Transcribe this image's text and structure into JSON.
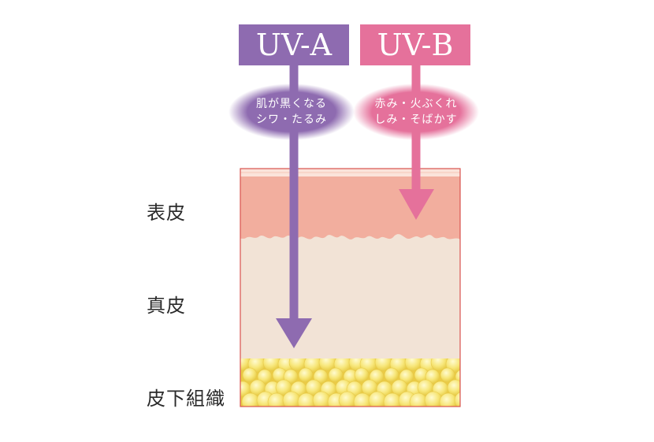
{
  "uv_a": {
    "label": "UV-A",
    "effect_line1": "肌が黒くなる",
    "effect_line2": "シワ・たるみ",
    "color": "#8E6BB0"
  },
  "uv_b": {
    "label": "UV-B",
    "effect_line1": "赤み・火ぶくれ",
    "effect_line2": "しみ・そばかす",
    "color": "#E5719B"
  },
  "layers": {
    "epidermis": "表皮",
    "dermis": "真皮",
    "subcutaneous": "皮下組織"
  },
  "colors": {
    "epidermis": "#F2AE9E",
    "dermis": "#F2E3D6",
    "fat": "#F3E070",
    "border": "#D9534F"
  }
}
